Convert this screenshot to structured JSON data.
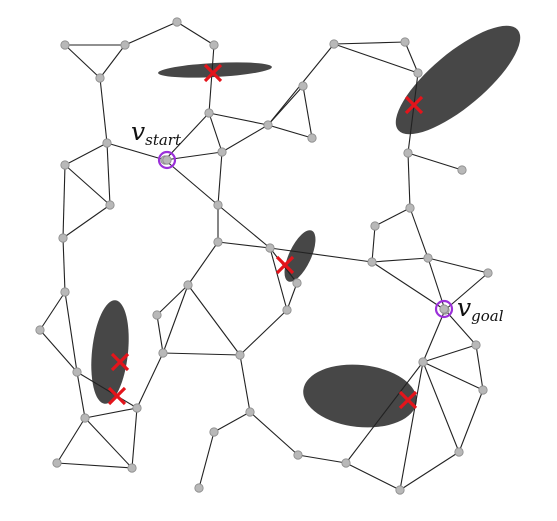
{
  "labels": {
    "start": {
      "symbol": "v",
      "subscript": "start"
    },
    "goal": {
      "symbol": "v",
      "subscript": "goal"
    }
  },
  "colors": {
    "node_fill": "#b8b8b8",
    "edge": "#222222",
    "obstacle": "#474747",
    "blocked_mark": "#e4141b",
    "special_ring": "#9b30d9"
  },
  "icons": {
    "blocked_marker": "red-x-icon",
    "special_node": "purple-ring-icon"
  }
}
